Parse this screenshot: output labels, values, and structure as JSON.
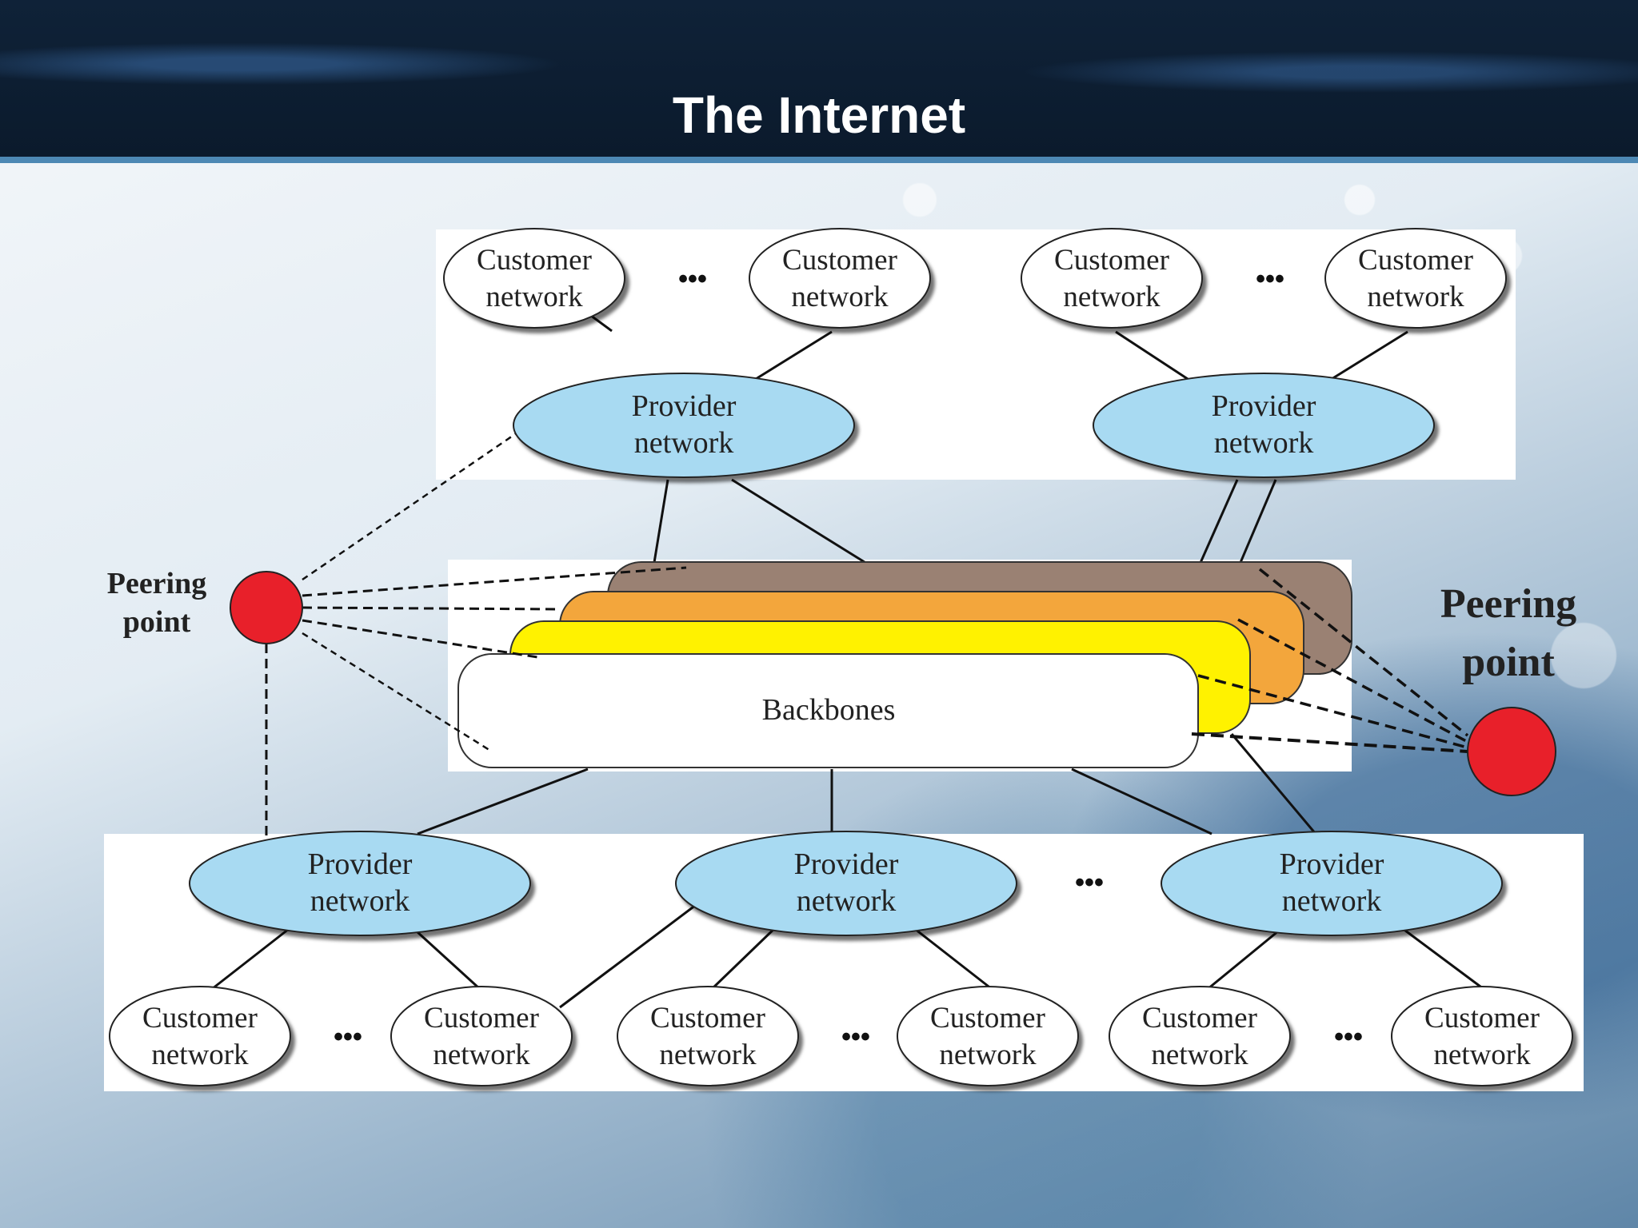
{
  "slide": {
    "title": "The Internet"
  },
  "diagram": {
    "customer_label_line1": "Customer",
    "customer_label_line2": "network",
    "provider_label_line1": "Provider",
    "provider_label_line2": "network",
    "backbones_label": "Backbones",
    "peering_left_line1": "Peering",
    "peering_left_line2": "point",
    "peering_right_line1": "Peering",
    "peering_right_line2": "point",
    "ellipsis": "•••"
  },
  "colors": {
    "provider_fill": "#a8daf2",
    "peering_fill": "#e8202a",
    "backbone_layer_1": "#9a8173",
    "backbone_layer_2": "#f3a63c",
    "backbone_layer_3": "#fff200",
    "title_text": "#ffffff"
  }
}
